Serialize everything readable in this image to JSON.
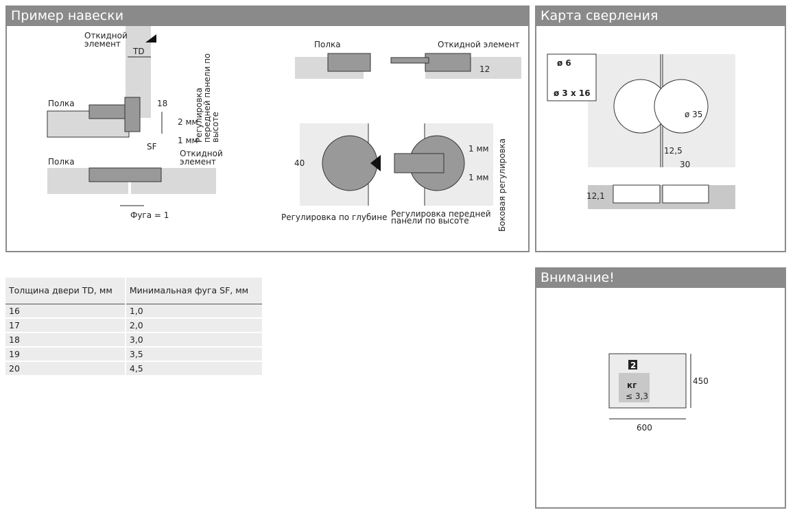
{
  "mounting": {
    "title": "Пример навески",
    "left": {
      "flap1": "Откидной",
      "flap2": "элемент",
      "td": "TD",
      "shelf": "Полка",
      "d18": "18",
      "mm2": "2 мм",
      "mm1": "1 мм",
      "sf": "SF",
      "vert1": "Регулировка",
      "vert2": "передней панели по",
      "vert3": "высоте",
      "gap": "Фуга = 1"
    },
    "right": {
      "shelf": "Полка",
      "flap": "Откидной элемент",
      "d12": "12",
      "d40": "40",
      "mm1a": "1 мм",
      "mm1b": "1 мм",
      "side": "Боковая регулировка",
      "depth": "Регулировка по глубине",
      "height1": "Регулировка передней",
      "height2": "панели по высоте"
    }
  },
  "drilling": {
    "title": "Карта сверления",
    "d6": "ø 6",
    "screw": "ø 3 x 16",
    "d35": "ø 35",
    "d125": "12,5",
    "d30": "30",
    "d121": "12,1"
  },
  "warning": {
    "title": "Внимание!",
    "count": "2",
    "kg": "кг",
    "load": "≤ 3,3",
    "height": "450",
    "width": "600"
  },
  "table": {
    "headers": [
      "Толщина двери TD, мм",
      "Минимальная фуга SF, мм"
    ],
    "rows": [
      [
        "16",
        "1,0"
      ],
      [
        "17",
        "2,0"
      ],
      [
        "18",
        "3,0"
      ],
      [
        "19",
        "3,5"
      ],
      [
        "20",
        "4,5"
      ]
    ]
  }
}
